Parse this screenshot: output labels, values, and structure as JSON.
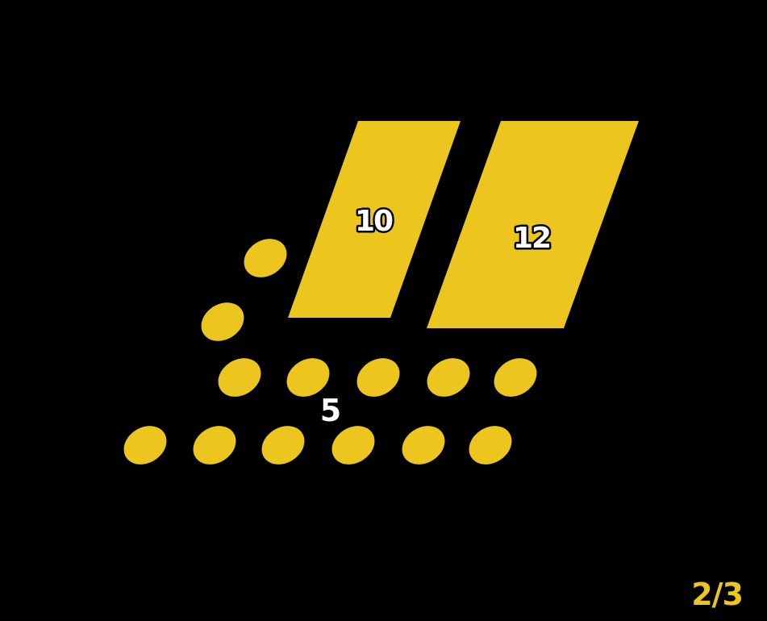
{
  "colors": {
    "background": "#000000",
    "shape_fill": "#ECC51F",
    "label_text": "#FFFFFF",
    "page_indicator": "#ECC51F"
  },
  "scene": {
    "tens_blocks": [
      {
        "value": "10",
        "name": "tens-block-10"
      },
      {
        "value": "12",
        "name": "tens-block-12"
      }
    ],
    "ones_row_1_count": 2,
    "ones_row_2_count": 5,
    "ones_row_3_count": 6,
    "ones_label": "5"
  },
  "pagination": {
    "label": "2/3"
  }
}
